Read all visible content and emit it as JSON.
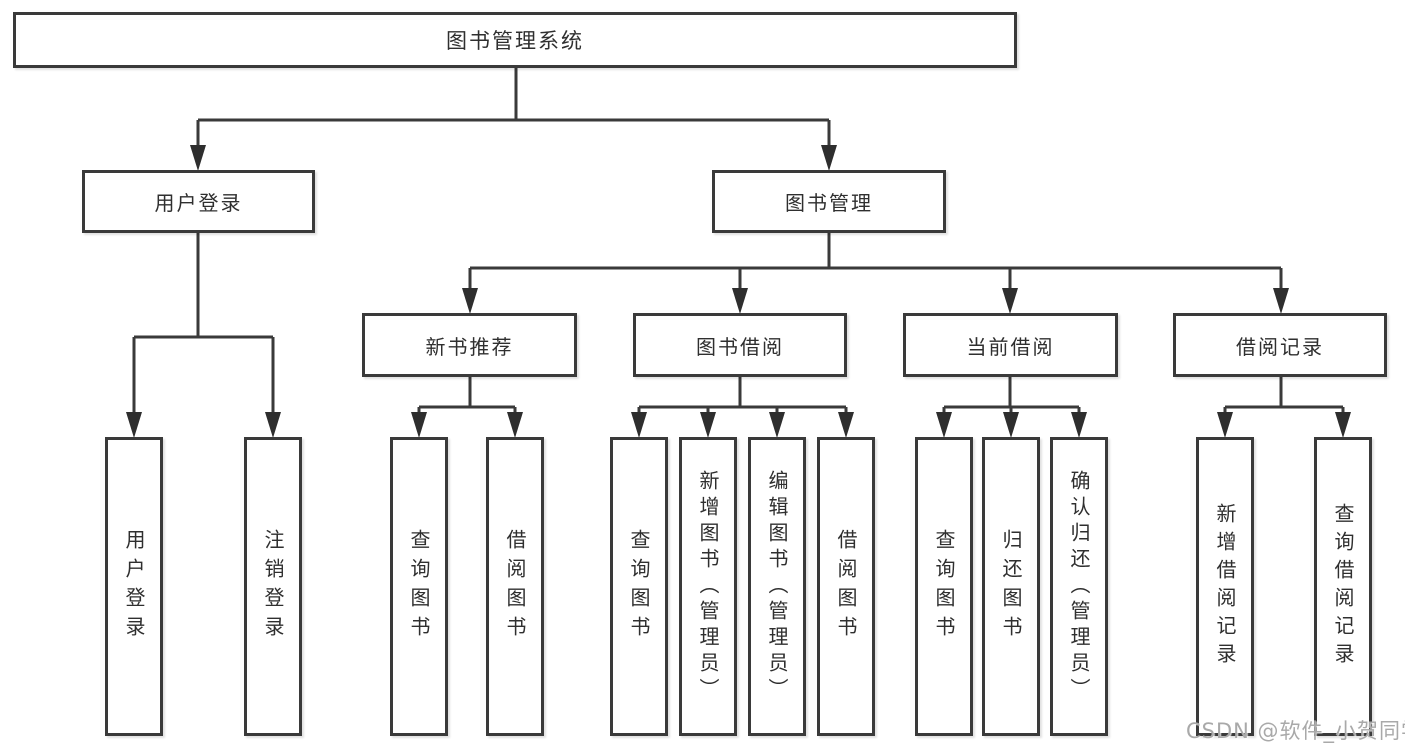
{
  "diagram": {
    "title": "图书管理系统",
    "nodes": {
      "root": {
        "label": "图书管理系统"
      },
      "user_login": {
        "label": "用户登录"
      },
      "book_mgmt": {
        "label": "图书管理"
      },
      "new_book": {
        "label": "新书推荐"
      },
      "book_borrow": {
        "label": "图书借阅"
      },
      "current_borrow": {
        "label": "当前借阅"
      },
      "borrow_record": {
        "label": "借阅记录"
      },
      "leaf_user_login": {
        "label": "用户登录"
      },
      "leaf_logout": {
        "label": "注销登录"
      },
      "leaf_query_book_1": {
        "label": "查询图书"
      },
      "leaf_borrow_book_1": {
        "label": "借阅图书"
      },
      "leaf_query_book_2": {
        "label": "查询图书"
      },
      "leaf_add_book": {
        "label": "新增图书（管理员）"
      },
      "leaf_edit_book": {
        "label": "编辑图书（管理员）"
      },
      "leaf_borrow_book_2": {
        "label": "借阅图书"
      },
      "leaf_query_book_3": {
        "label": "查询图书"
      },
      "leaf_return_book": {
        "label": "归还图书"
      },
      "leaf_confirm_return": {
        "label": "确认归还（管理员）"
      },
      "leaf_add_record": {
        "label": "新增借阅记录"
      },
      "leaf_query_record": {
        "label": "查询借阅记录"
      }
    },
    "hierarchy": {
      "图书管理系统": {
        "用户登录": [
          "用户登录",
          "注销登录"
        ],
        "图书管理": {
          "新书推荐": [
            "查询图书",
            "借阅图书"
          ],
          "图书借阅": [
            "查询图书",
            "新增图书（管理员）",
            "编辑图书（管理员）",
            "借阅图书"
          ],
          "当前借阅": [
            "查询图书",
            "归还图书",
            "确认归还（管理员）"
          ],
          "借阅记录": [
            "新增借阅记录",
            "查询借阅记录"
          ]
        }
      }
    },
    "line_color": "#3a3a3a",
    "background_color": "#ffffff"
  },
  "watermark": {
    "text": "CSDN @软件_小贺同学",
    "color": "#a9a9a9"
  }
}
